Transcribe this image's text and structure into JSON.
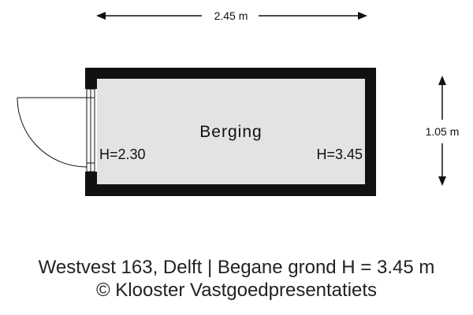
{
  "dimensions": {
    "width_label": "2.45 m",
    "depth_label": "1.05 m"
  },
  "room": {
    "name": "Berging",
    "height_left": "H=2.30",
    "height_right": "H=3.45"
  },
  "caption": {
    "line1": "Westvest 163, Delft | Begane grond H = 3.45 m",
    "line2": "© Klooster Vastgoedpresentatiets"
  },
  "colors": {
    "wall": "#111111",
    "floor": "#e3e3e3",
    "line": "#111111"
  }
}
